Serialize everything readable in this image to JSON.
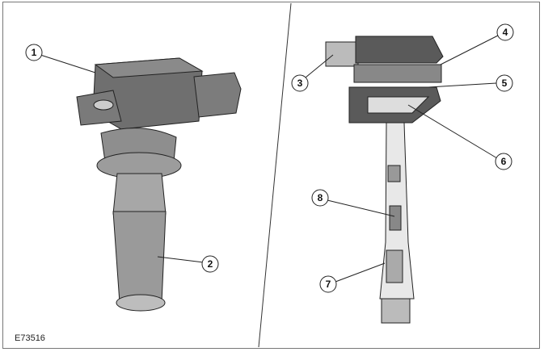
{
  "figure_id": "E73516",
  "callouts": [
    "1",
    "2",
    "3",
    "4",
    "5",
    "6",
    "7",
    "8"
  ]
}
